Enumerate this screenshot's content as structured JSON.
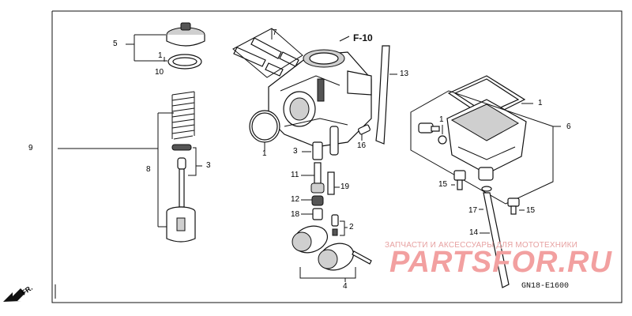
{
  "diagram": {
    "reference": "F-10",
    "drawing_code": "GN18-E1600",
    "direction": "FR.",
    "callouts": {
      "c1a": "1",
      "c1b": "1",
      "c1c": "1",
      "c1d": "1",
      "c2": "2",
      "c3a": "3",
      "c3b": "3",
      "c4": "4",
      "c5": "5",
      "c6": "6",
      "c7": "7",
      "c8": "8",
      "c9": "9",
      "c10": "10",
      "c11": "11",
      "c12": "12",
      "c13": "13",
      "c14": "14",
      "c15a": "15",
      "c15b": "15",
      "c16": "16",
      "c17": "17",
      "c18": "18",
      "c19": "19"
    }
  },
  "watermark": {
    "tagline": "ЗАПЧАСТИ И АКСЕССУАРЫ ДЛЯ МОТОТЕХНИКИ",
    "site": "PARTSFOR.RU"
  }
}
